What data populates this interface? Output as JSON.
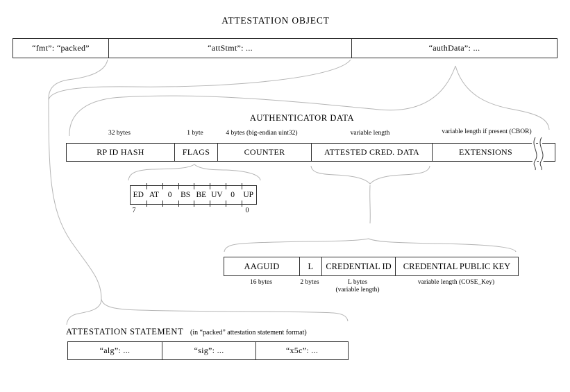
{
  "title": "ATTESTATION OBJECT",
  "colors": {
    "box_border": "#2e2e2e",
    "connector_line": "#b5b5b5",
    "text": "#000000"
  },
  "attestation_object_row": {
    "cells": [
      {
        "label": "“fmt”: “packed”"
      },
      {
        "label": "“attStmt”: ..."
      },
      {
        "label": "“authData”: ..."
      }
    ]
  },
  "authenticator_data": {
    "heading": "AUTHENTICATOR DATA",
    "cells": [
      {
        "label": "RP ID HASH",
        "size": "32 bytes"
      },
      {
        "label": "FLAGS",
        "size": "1 byte"
      },
      {
        "label": "COUNTER",
        "size": "4 bytes (big-endian uint32)"
      },
      {
        "label": "ATTESTED CRED. DATA",
        "size": "variable length"
      },
      {
        "label": "EXTENSIONS",
        "size": "variable length if present (CBOR)"
      }
    ]
  },
  "flags_bits": {
    "bits": [
      "ED",
      "AT",
      "0",
      "BS",
      "BE",
      "UV",
      "0",
      "UP"
    ],
    "msb": "7",
    "lsb": "0"
  },
  "attested_credential_data": {
    "cells": [
      {
        "label": "AAGUID",
        "size": "16 bytes",
        "size2": ""
      },
      {
        "label": "L",
        "size": "2 bytes",
        "size2": ""
      },
      {
        "label": "CREDENTIAL ID",
        "size": "L bytes",
        "size2": "(variable length)"
      },
      {
        "label": "CREDENTIAL PUBLIC KEY",
        "size": "variable length (COSE_Key)",
        "size2": ""
      }
    ]
  },
  "attestation_statement": {
    "heading": "ATTESTATION STATEMENT",
    "subheading": "(in “packed” attestation statement format)",
    "cells": [
      {
        "label": "“alg”: ..."
      },
      {
        "label": "“sig”: ..."
      },
      {
        "label": "“x5c”: ..."
      }
    ]
  }
}
